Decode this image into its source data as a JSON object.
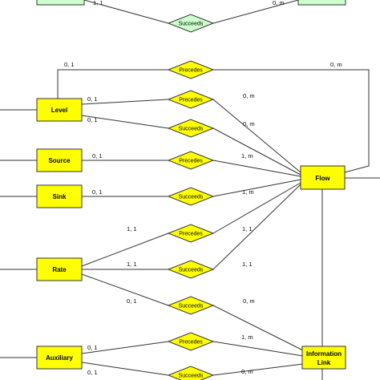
{
  "colors": {
    "entity_fill": "#ffff00",
    "relation_fill": "#ffff00",
    "top_entity_fill": "#ccffcc",
    "top_relation_fill": "#ccffcc",
    "line": "#333333"
  },
  "entities": {
    "level": "Level",
    "source": "Source",
    "sink": "Sink",
    "rate": "Rate",
    "auxiliary": "Auxiliary",
    "flow": "Flow",
    "information_link_line1": "Information",
    "information_link_line2": "Link"
  },
  "relationships": {
    "top": "Succeeds",
    "r1": "Precedes",
    "r2": "Precedes",
    "r3": "Succeeds",
    "r4": "Precedes",
    "r5": "Succeeds",
    "r6": "Precedes",
    "r7": "Succeeds",
    "r8": "Succeeds",
    "r9": "Precedes",
    "r10": "Succeeds"
  },
  "cardinalities": {
    "top_left": "1, 1",
    "top_right": "0, m",
    "r1_left": "0, 1",
    "r1_right": "0, m",
    "r2_left": "0, 1",
    "r2_right": "0, m",
    "r3_left": "0, 1",
    "r3_right": "0, m",
    "r4_left": "0, 1",
    "r4_right": "1, m",
    "r5_left": "0, 1",
    "r5_right": "1, m",
    "r6_left": "1, 1",
    "r6_right": "1, 1",
    "r7_left": "1, 1",
    "r7_right": "1, 1",
    "r8_left": "0, 1",
    "r8_right": "0, m",
    "r9_left": "0, 1",
    "r9_right": "1, m",
    "r10_left": "0, 1",
    "r10_right": "0, m"
  }
}
